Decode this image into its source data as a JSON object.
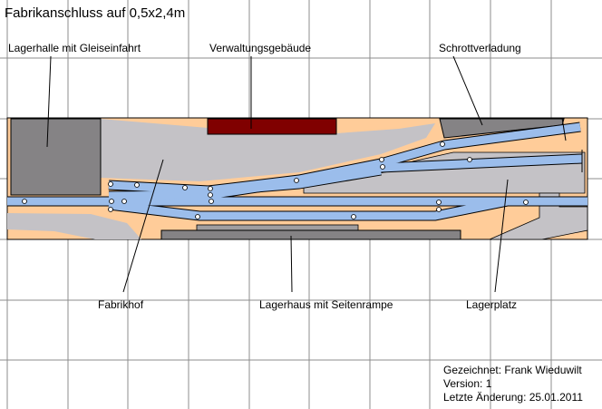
{
  "title": "Fabrikanschluss auf 0,5x2,4m",
  "labels": {
    "lagerhalle": "Lagerhalle mit Gleiseinfahrt",
    "verwaltung": "Verwaltungsgebäude",
    "schrott": "Schrottverladung",
    "fabrikhof": "Fabrikhof",
    "lagerhaus": "Lagerhaus mit Seitenrampe",
    "lagerplatz": "Lagerplatz"
  },
  "info": {
    "author": "Gezeichnet: Frank Wieduwilt",
    "version": "Version: 1",
    "changed": "Letzte Änderung: 25.01.2011"
  },
  "colors": {
    "base": "#ffcc99",
    "yard": "#c4c2c6",
    "building": "#858385",
    "admin": "#800000",
    "track": "#9bbdeb",
    "grid": "#8c8c8c"
  }
}
